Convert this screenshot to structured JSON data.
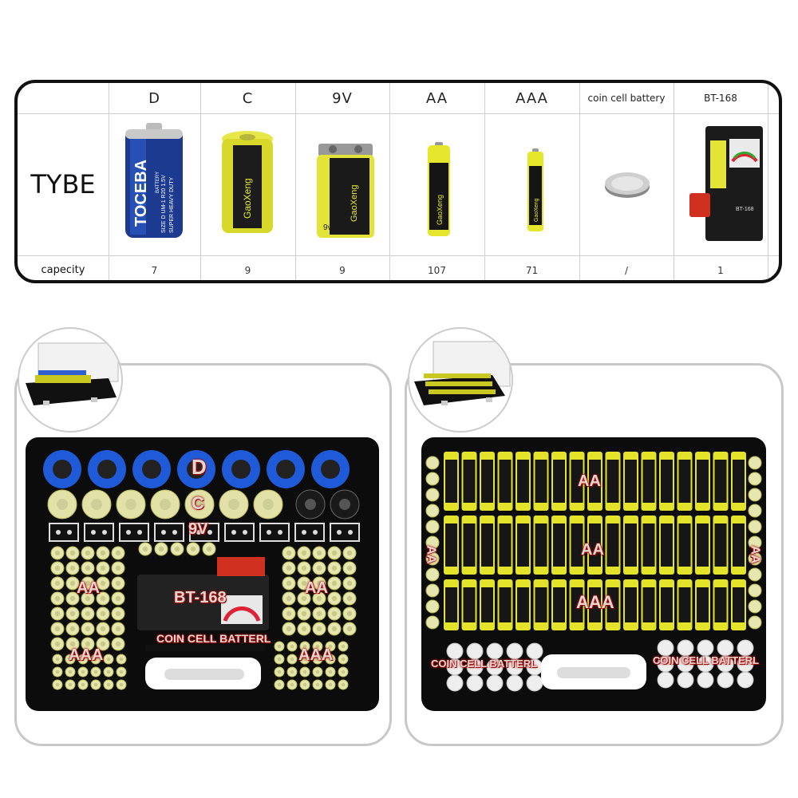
{
  "table": {
    "row_label": "TYBE",
    "capacity_label": "capecity",
    "columns": [
      {
        "header": "D",
        "capacity": "7",
        "icon": "d-battery-icon"
      },
      {
        "header": "C",
        "capacity": "9",
        "icon": "c-battery-icon"
      },
      {
        "header": "9V",
        "capacity": "9",
        "icon": "9v-battery-icon"
      },
      {
        "header": "AA",
        "capacity": "107",
        "icon": "aa-battery-icon"
      },
      {
        "header": "AAA",
        "capacity": "71",
        "icon": "aaa-battery-icon"
      },
      {
        "header": "coin cell battery",
        "capacity": "/",
        "icon": "coin-cell-icon"
      },
      {
        "header": "BT-168",
        "capacity": "1",
        "icon": "battery-tester-icon"
      }
    ],
    "d_brand": "TOCEBA",
    "d_side_text": "SIZE D UM-1 R20 1.5V",
    "d_side_text2": "SUPER HEAVY DUTY",
    "d_side_text3": "BATTERY",
    "cell_brand": "GaoXeng",
    "nine_v_mark": "9v",
    "tester_label": "BT-168"
  },
  "left_panel": {
    "labels": {
      "d": "D",
      "c": "C",
      "nine_v": "9V",
      "tester": "BT-168",
      "aa_left": "AA",
      "aa_right": "AA",
      "aaa_left": "AAA",
      "aaa_right": "AAA",
      "coin": "COIN CELL BATTERL"
    }
  },
  "right_panel": {
    "labels": {
      "aa_top": "AA",
      "aa_mid": "AA",
      "aaa": "AAA",
      "aa_side_left": "AA",
      "aa_side_right": "AA",
      "coin_left": "COIN CELL BATTERL",
      "coin_right": "COIN CELL BATTERL"
    }
  },
  "colors": {
    "d_battery": "#1f5bd8",
    "c_battery": "#d9d900",
    "case": "#0c0c0c",
    "label_glow": "#b01010",
    "tester_red": "#d0301f"
  }
}
